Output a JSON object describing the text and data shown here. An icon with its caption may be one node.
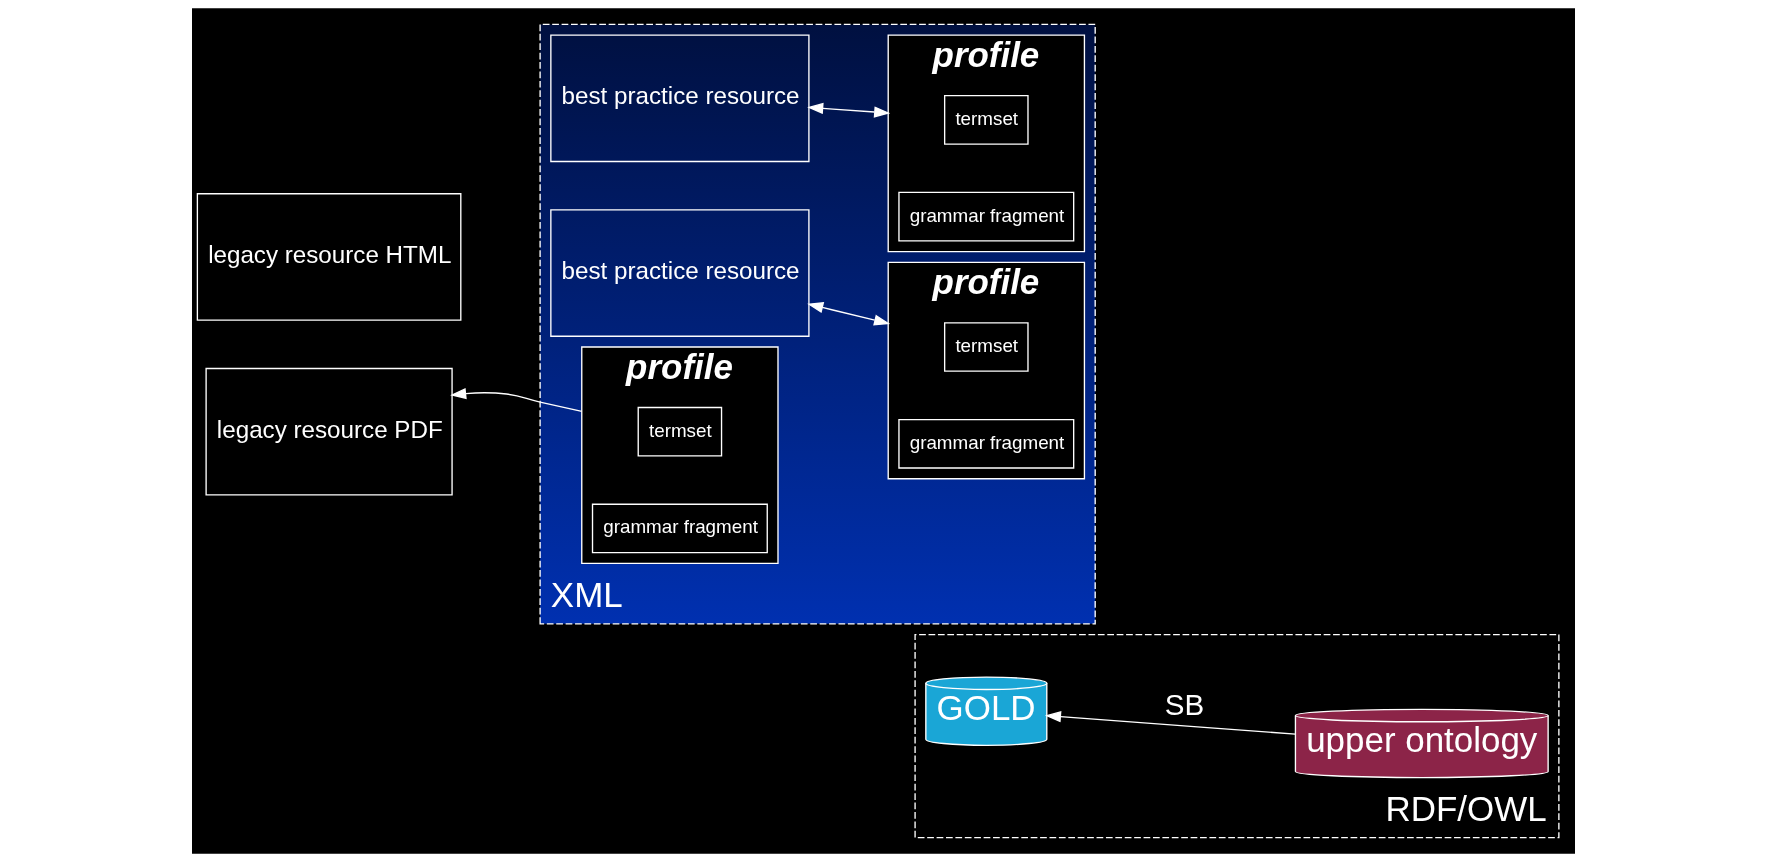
{
  "diagram": {
    "nodes": [
      {
        "text": [
          "XML"
        ]
      },
      {
        "text": [
          "best practice resource"
        ],
        "in": 0
      },
      {
        "text": [
          "profile"
        ],
        "in": 0
      },
      {
        "text": [
          "termset"
        ],
        "in": 2
      },
      {
        "text": [
          "grammar fragment"
        ],
        "in": 2
      },
      {
        "text": [
          "best practice resource"
        ],
        "in": 0
      },
      {
        "text": [
          "profile"
        ],
        "in": 0
      },
      {
        "text": [
          "termset"
        ],
        "in": 6
      },
      {
        "text": [
          "grammar fragment"
        ],
        "in": 6
      },
      {
        "text": [
          "legacy resource HTML"
        ]
      },
      {
        "text": [
          "legacy resource PDF"
        ]
      },
      {
        "text": [
          "profile"
        ],
        "in": 0
      },
      {
        "text": [
          "termset"
        ],
        "in": 11
      },
      {
        "text": [
          "grammar fragment"
        ],
        "in": 11
      },
      {
        "text": [
          "RDF/OWL"
        ]
      },
      {
        "text": [
          "GOLD"
        ],
        "in": 14
      },
      {
        "text": [
          "upper ontology"
        ],
        "in": 14
      }
    ],
    "edges": [
      {
        "from": 1,
        "to": 2,
        "arrow": "both"
      },
      {
        "from": 5,
        "to": 6,
        "arrow": "both"
      },
      {
        "from": 11,
        "to": 10,
        "arrow": "to"
      },
      {
        "from": 16,
        "to": 15,
        "arrow": "to",
        "label": "SB"
      }
    ]
  }
}
